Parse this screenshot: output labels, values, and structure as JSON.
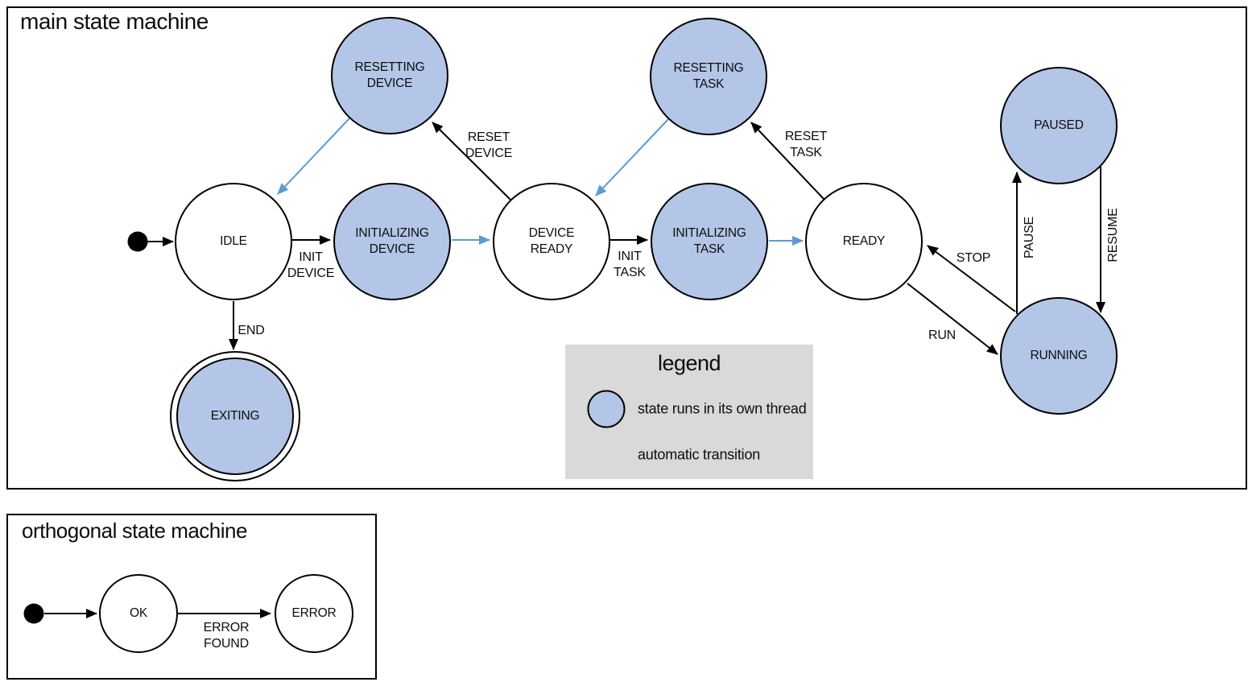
{
  "main": {
    "title": "main state machine",
    "states": {
      "idle": {
        "label": "IDLE"
      },
      "resetting_device": {
        "label": "RESETTING\nDEVICE"
      },
      "initializing_device": {
        "label": "INITIALIZING\nDEVICE"
      },
      "device_ready": {
        "label": "DEVICE\nREADY"
      },
      "resetting_task": {
        "label": "RESETTING\nTASK"
      },
      "initializing_task": {
        "label": "INITIALIZING\nTASK"
      },
      "ready": {
        "label": "READY"
      },
      "paused": {
        "label": "PAUSED"
      },
      "running": {
        "label": "RUNNING"
      },
      "exiting": {
        "label": "EXITING"
      }
    },
    "transitions": {
      "init_device": "INIT\nDEVICE",
      "reset_device": "RESET\nDEVICE",
      "init_task": "INIT\nTASK",
      "reset_task": "RESET\nTASK",
      "end": "END",
      "run": "RUN",
      "stop": "STOP",
      "pause": "PAUSE",
      "resume": "RESUME"
    }
  },
  "legend": {
    "title": "legend",
    "thread_item": "state runs in its own thread",
    "auto_item": "automatic transition"
  },
  "orthogonal": {
    "title": "orthogonal state machine",
    "states": {
      "ok": {
        "label": "OK"
      },
      "error": {
        "label": "ERROR"
      }
    },
    "transitions": {
      "error_found": "ERROR\nFOUND"
    }
  },
  "colors": {
    "thread_state_fill": "#b3c6e7",
    "automatic_transition_arrow": "#5b9bd5",
    "legend_background": "#d9d9d9",
    "normal_stroke": "#000000"
  }
}
